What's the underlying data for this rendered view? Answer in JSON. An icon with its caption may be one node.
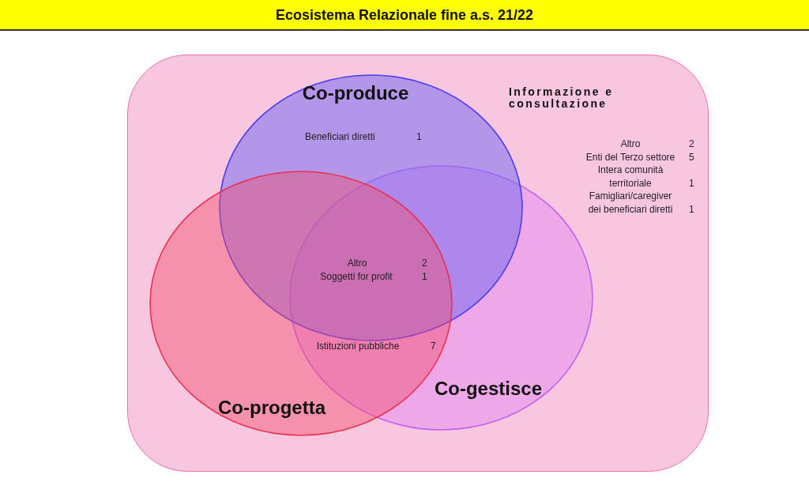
{
  "diagram": {
    "title": "Ecosistema Relazionale fine a.s. 21/22",
    "nodes": [
      {
        "text": [
          "Informazione e consultazione",
          "Altro",
          "2",
          "Enti del Terzo settore",
          "5",
          "Intera comunità territoriale",
          "1",
          "Famigliari/caregiver dei beneficiari diretti",
          "1"
        ]
      },
      {
        "text": [
          "Co-produce",
          "Beneficiari diretti",
          "1"
        ],
        "in": 0
      },
      {
        "text": [
          "Co-progetta"
        ],
        "in": 0
      },
      {
        "text": [
          "Co-gestisce"
        ],
        "in": 0
      }
    ],
    "labels": [
      "Altro",
      "2",
      "Soggetti for profit",
      "1",
      "Istituzioni pubbliche",
      "7"
    ]
  }
}
